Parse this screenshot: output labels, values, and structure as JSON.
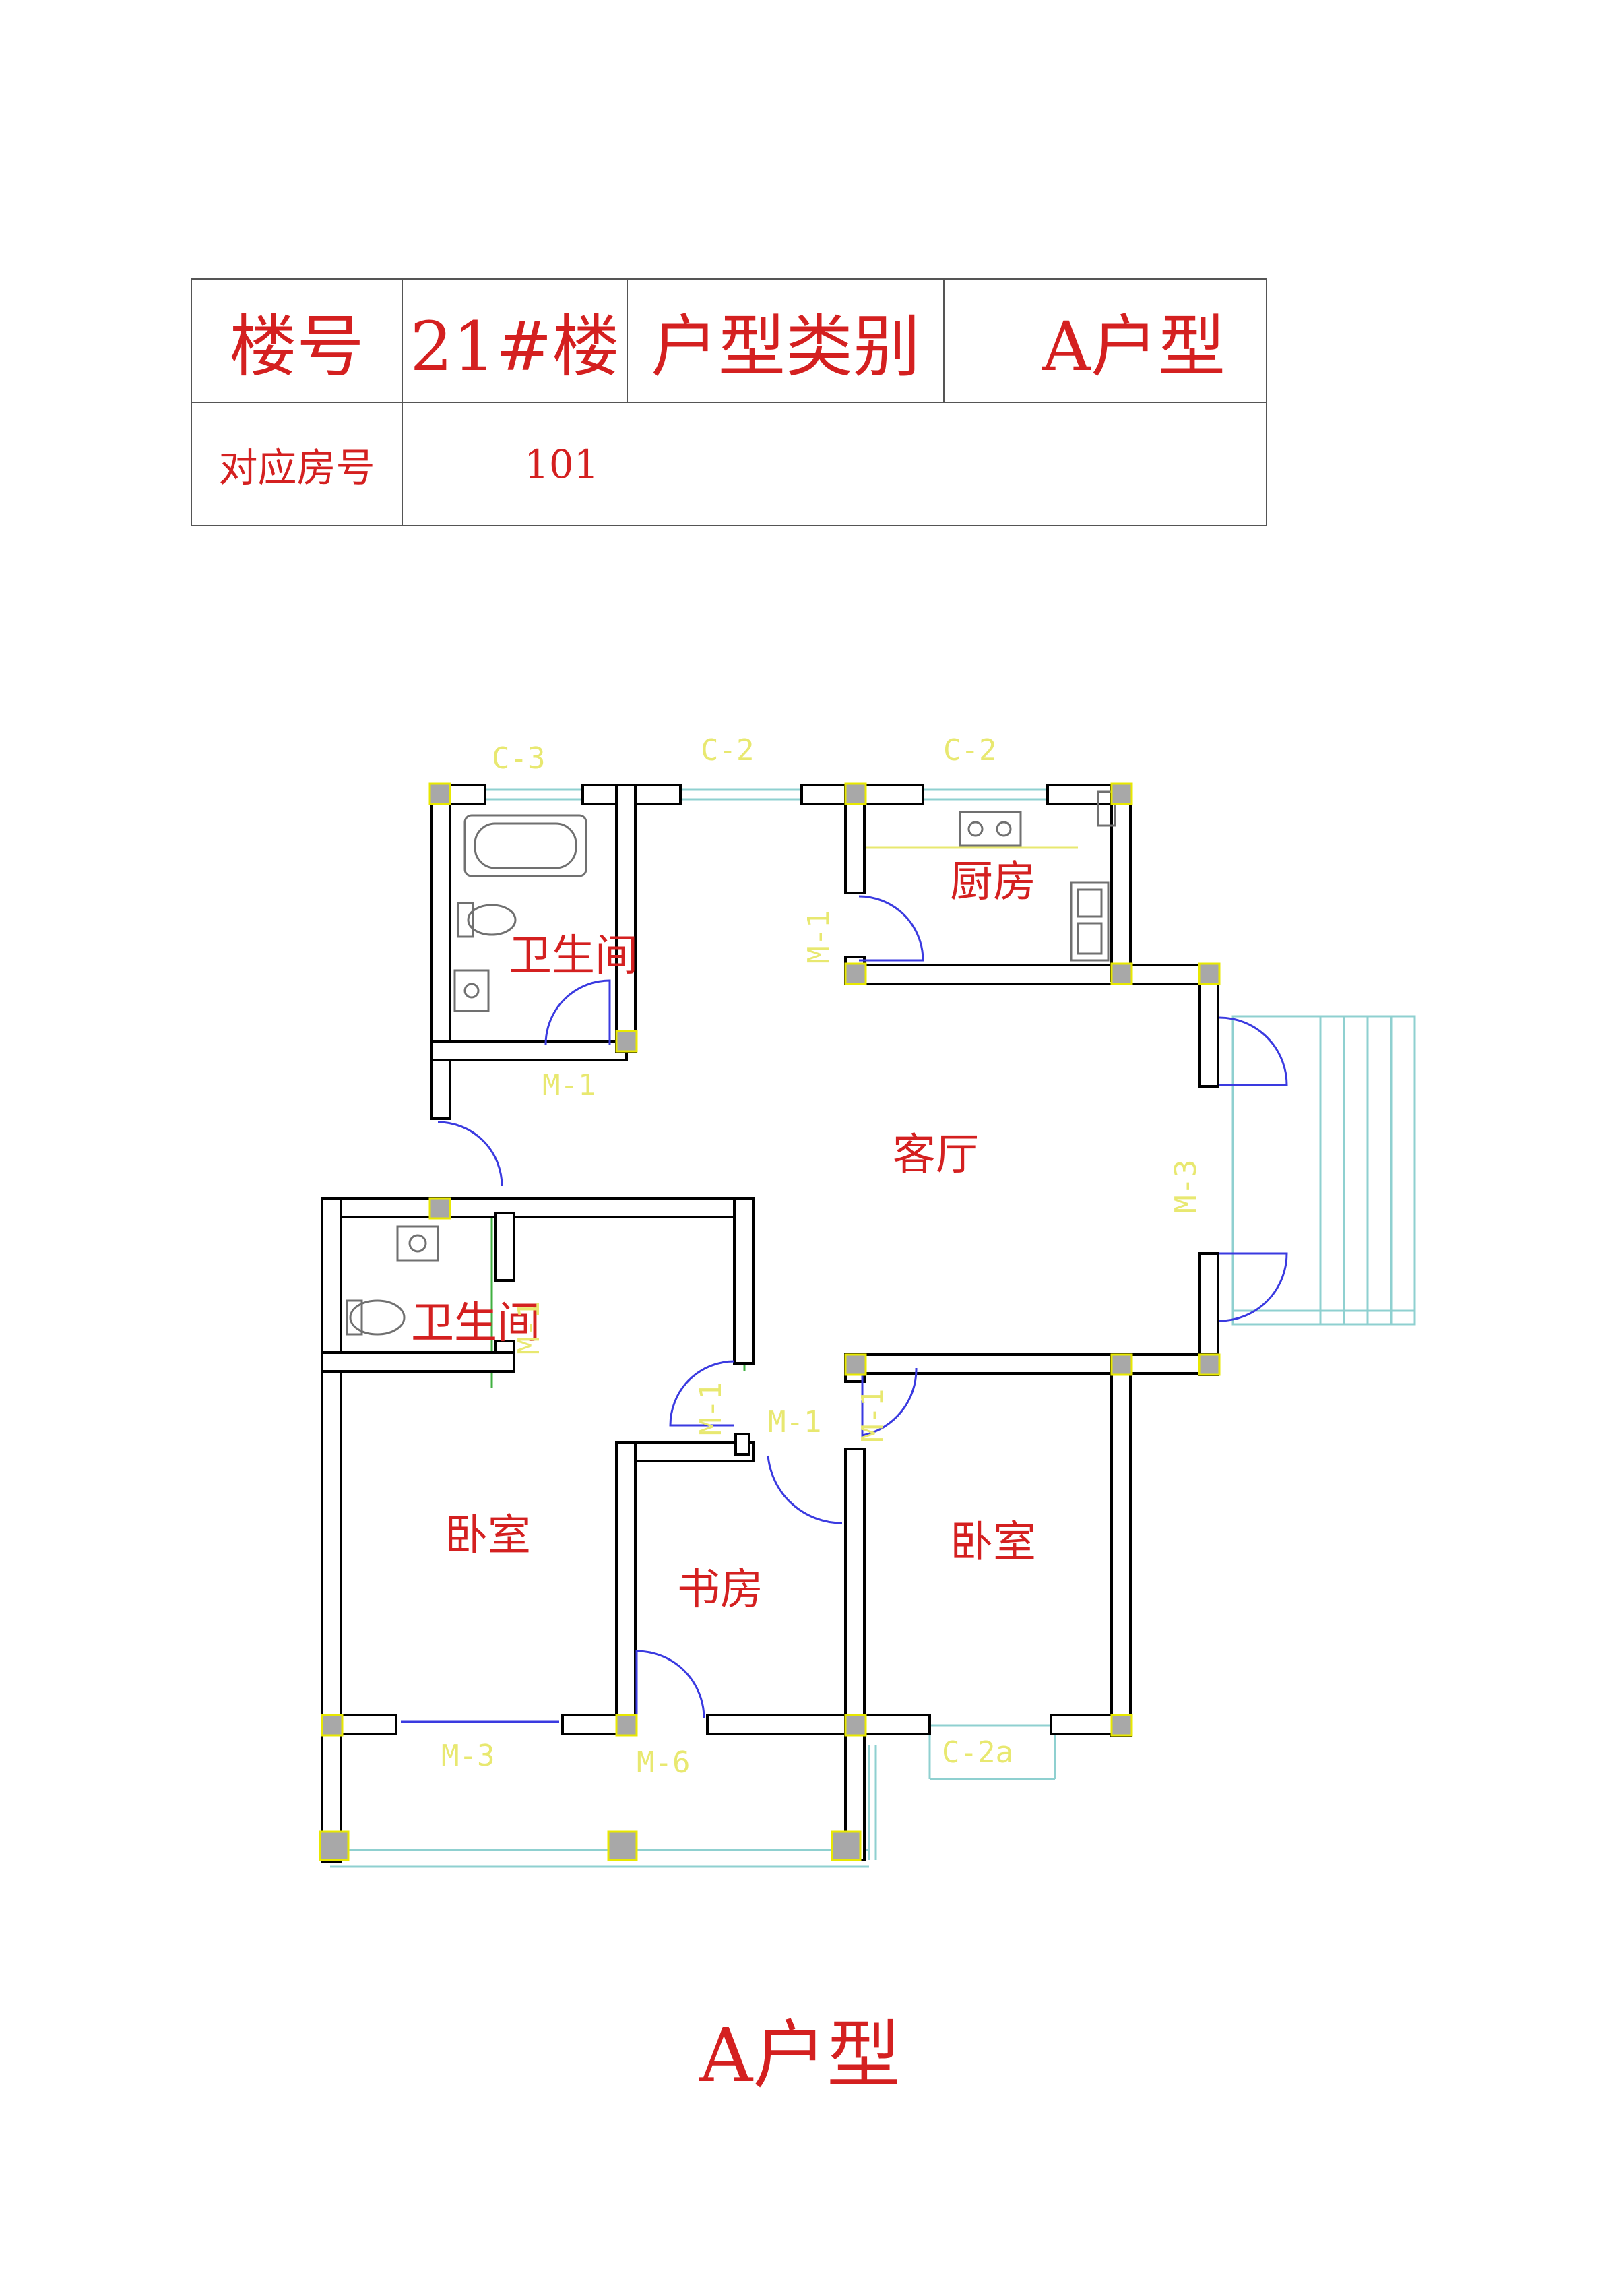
{
  "info_table": {
    "building_label": "楼号",
    "building_value": "21#楼",
    "type_label": "户型类别",
    "type_value": "A户型",
    "room_label": "对应房号",
    "room_value": "101"
  },
  "plan": {
    "title": "A户型",
    "rooms": {
      "bathroom_1": "卫生间",
      "bathroom_2": "卫生间",
      "kitchen": "厨房",
      "living_room": "客厅",
      "bedroom_1": "卧室",
      "bedroom_2": "卧室",
      "study": "书房"
    },
    "window_tags": {
      "c3": "C-3",
      "c2_left": "C-2",
      "c2_right": "C-2",
      "c2a": "C-2a"
    },
    "door_tags": {
      "m1_bath_top": "M-1",
      "m1_kitchen": "M-1",
      "m3_living": "M-3",
      "m1_bath2": "M-1",
      "m1_bed1": "M-1",
      "m1_study": "M-1",
      "m1_bed2": "M-1",
      "m3_balcony": "M-3",
      "m6_study": "M-6"
    },
    "colors": {
      "wall": "#000000",
      "room_label": "#d42020",
      "tag_label": "#e8e870",
      "column_fill": "#a8a8a8",
      "column_edge": "#e8e800",
      "door_arc": "#3a3ae0",
      "window_line": "#8fd0d0",
      "fixture": "#707070"
    }
  }
}
